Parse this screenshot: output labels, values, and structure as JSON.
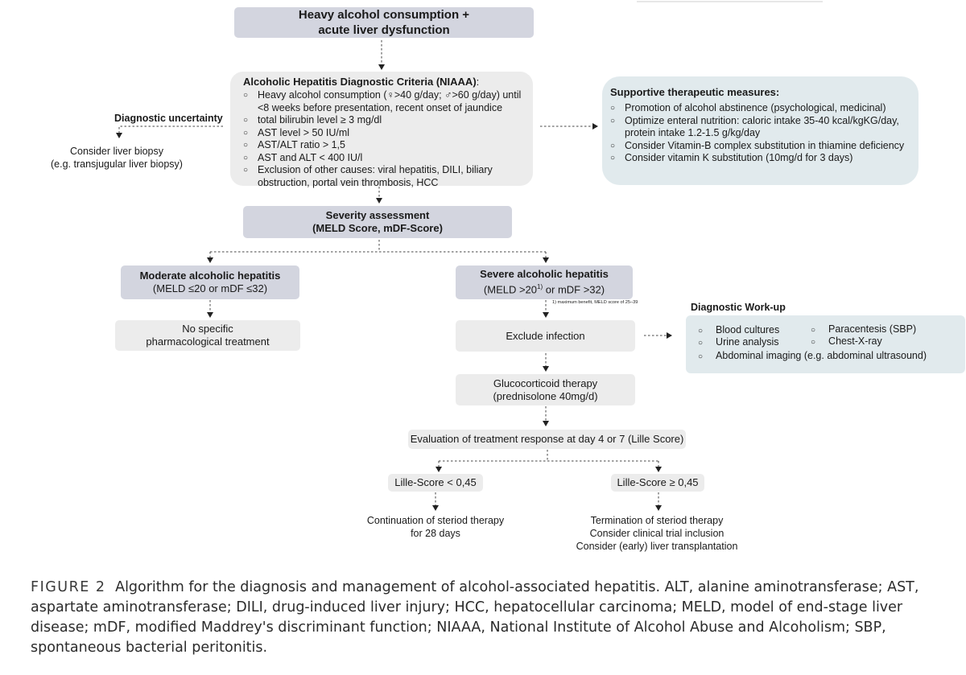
{
  "top": {
    "line1": "Heavy alcohol consumption +",
    "line2": "acute liver dysfunction"
  },
  "criteria": {
    "title": "Alcoholic Hepatitis Diagnostic Criteria (NIAAA)",
    "colon": ":",
    "items": [
      "Heavy alcohol consumption (♀>40 g/day; ♂>60 g/day) until <8 weeks before presentation, recent onset of jaundice",
      "total bilirubin level ≥ 3 mg/dl",
      "AST level > 50 IU/ml",
      "AST/ALT ratio > 1,5",
      "AST and ALT < 400 IU/l",
      "Exclusion of other causes: viral hepatitis, DILI, biliary obstruction, portal vein thrombosis, HCC"
    ]
  },
  "uncertainty": {
    "label": "Diagnostic uncertainty",
    "line1": "Consider liver biopsy",
    "line2": "(e.g. transjugular liver biopsy)"
  },
  "supportive": {
    "title": "Supportive therapeutic measures:",
    "items": [
      "Promotion of alcohol abstinence (psychological, medicinal)",
      "Optimize enteral nutrition: caloric intake 35-40 kcal/kgKG/day, protein intake 1.2-1.5 g/kg/day",
      "Consider Vitamin-B complex substitution in thiamine deficiency",
      "Consider vitamin K substitution (10mg/d for 3 days)"
    ]
  },
  "severity": {
    "line1": "Severity assessment",
    "line2": "(MELD Score, mDF-Score)"
  },
  "moderate": {
    "title": "Moderate alcoholic hepatitis",
    "sub": "(MELD ≤20 or mDF ≤32)"
  },
  "severe": {
    "title": "Severe alcoholic hepatitis",
    "sub_a": "(MELD >20",
    "sup": "1)",
    "sub_b": " or mDF >32)"
  },
  "footnote": "1) maximum benefit, MELD score of 25–39",
  "no_treatment": {
    "line1": "No specific",
    "line2": "pharmacological treatment"
  },
  "exclude": {
    "label": "Exclude infection"
  },
  "workup": {
    "title": "Diagnostic Work-up",
    "blood": "Blood cultures",
    "paracentesis": "Paracentesis (SBP)",
    "urine": "Urine analysis",
    "chest": "Chest-X-ray",
    "imaging": "Abdominal imaging (e.g. abdominal ultrasound)"
  },
  "gluco": {
    "line1": "Glucocorticoid therapy",
    "line2": "(prednisolone 40mg/d)"
  },
  "evaluation": {
    "label": "Evaluation of treatment response at day 4 or 7 (Lille Score)"
  },
  "lille_low": {
    "label": "Lille-Score < 0,45"
  },
  "lille_high": {
    "label": "Lille-Score ≥ 0,45"
  },
  "continuation": {
    "line1": "Continuation of steriod therapy",
    "line2": "for 28 days"
  },
  "termination": {
    "line1": "Termination of steriod therapy",
    "line2": "Consider clinical trial inclusion",
    "line3": "Consider (early) liver transplantation"
  },
  "caption": {
    "label": "FIGURE 2",
    "text": "Algorithm for the diagnosis and management of alcohol-associated hepatitis. ALT, alanine aminotransferase; AST, aspartate aminotransferase; DILI, drug-induced liver injury; HCC, hepatocellular carcinoma; MELD, model of end-stage liver disease; mDF, modified Maddrey's discriminant function; NIAAA, National Institute of Alcohol Abuse and Alcoholism; SBP, spontaneous bacterial peritonitis."
  }
}
